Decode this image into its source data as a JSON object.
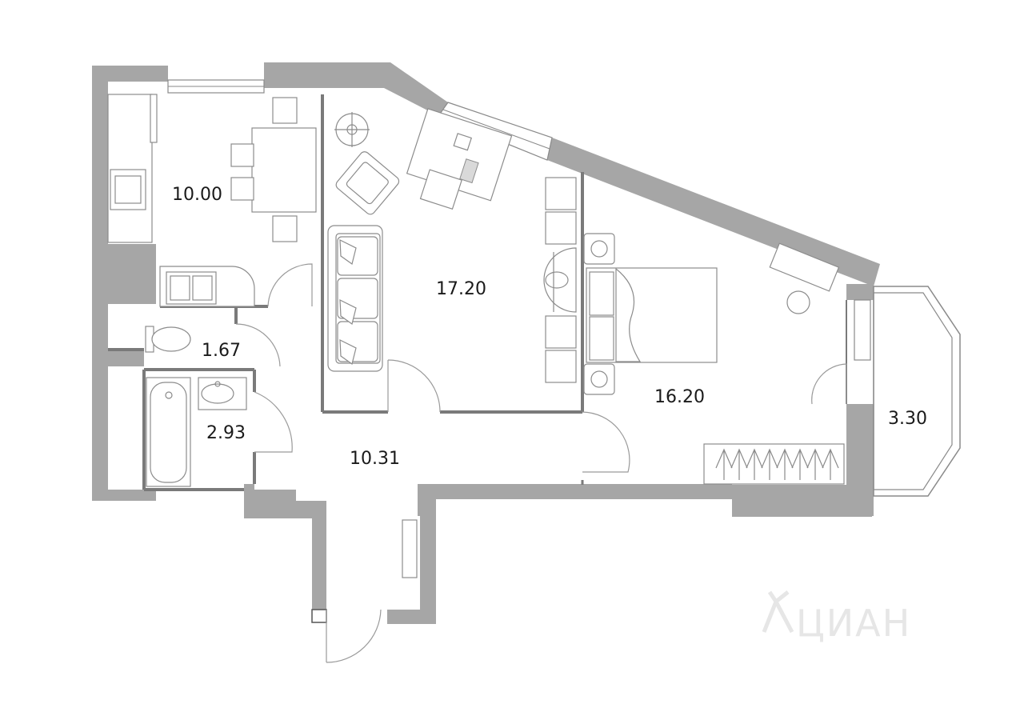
{
  "rooms": [
    {
      "id": "kitchen",
      "area": "10.00"
    },
    {
      "id": "living-room",
      "area": "17.20"
    },
    {
      "id": "toilet",
      "area": "1.67"
    },
    {
      "id": "bathroom",
      "area": "2.93"
    },
    {
      "id": "hallway",
      "area": "10.31"
    },
    {
      "id": "bedroom",
      "area": "16.20"
    },
    {
      "id": "balcony",
      "area": "3.30"
    }
  ],
  "watermark": {
    "text": "ЦИАН"
  },
  "colors": {
    "wall": "#a6a6a6",
    "furniture_stroke": "#8c8c8c",
    "label": "#1a1a1a",
    "watermark": "#e6e6e6"
  }
}
